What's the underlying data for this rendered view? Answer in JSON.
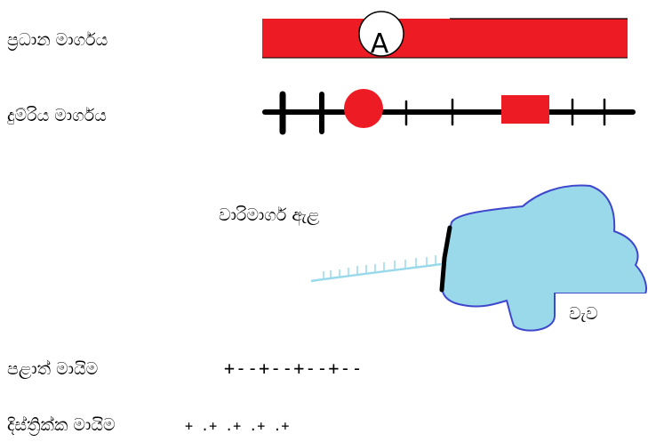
{
  "legend": {
    "main_road": {
      "label": "ප්‍රධාන මාර්ගය",
      "symbol_letter": "A",
      "color": "#ed1c24"
    },
    "railway": {
      "label": "දුම්රිය මාර්ගය",
      "color": "#000000",
      "marker_color": "#ed1c24"
    },
    "canal": {
      "label": "වාරිමාර්ග ඇළ",
      "color": "#99d9ea"
    },
    "tank": {
      "label": "වැව",
      "fill_color": "#99d9ea",
      "outline_color": "#3f48cc"
    },
    "provincial_boundary": {
      "label": "පළාත් මායිම",
      "pattern": "+--+--+--+--"
    },
    "district_boundary": {
      "label": "දිස්ත්‍රික්ක මායිම",
      "pattern": "+ .+ .+ .+ .+"
    }
  }
}
